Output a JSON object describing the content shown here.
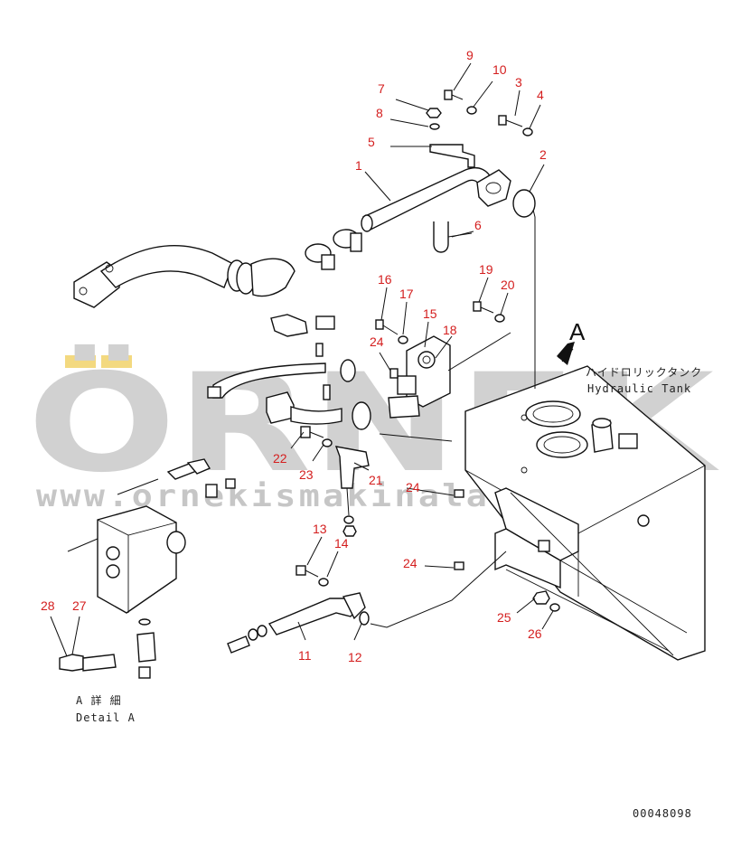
{
  "parts": [
    {
      "n": "1"
    },
    {
      "n": "2"
    },
    {
      "n": "3"
    },
    {
      "n": "4"
    },
    {
      "n": "5"
    },
    {
      "n": "6"
    },
    {
      "n": "7"
    },
    {
      "n": "8"
    },
    {
      "n": "9"
    },
    {
      "n": "10"
    },
    {
      "n": "11"
    },
    {
      "n": "12"
    },
    {
      "n": "13"
    },
    {
      "n": "14"
    },
    {
      "n": "15"
    },
    {
      "n": "16"
    },
    {
      "n": "17"
    },
    {
      "n": "18"
    },
    {
      "n": "19"
    },
    {
      "n": "20"
    },
    {
      "n": "21"
    },
    {
      "n": "22"
    },
    {
      "n": "23"
    },
    {
      "n": "24"
    },
    {
      "n": "24"
    },
    {
      "n": "24"
    },
    {
      "n": "25"
    },
    {
      "n": "26"
    },
    {
      "n": "27"
    },
    {
      "n": "28"
    }
  ],
  "labels": {
    "view_marker": "A",
    "tank_jp": "ハイドロリックタンク",
    "tank_en": "Hydraulic Tank",
    "detail_jp": "A 詳 細",
    "detail_en": "Detail A",
    "drawing_no": "00048098"
  },
  "watermark": {
    "brand": "ÖRNEK",
    "url": "www.ornekismakinalari.com.tr"
  },
  "colors": {
    "part_number": "#d41e1e",
    "line": "#111111",
    "watermark": "#c9c9c9",
    "watermark_accent": "#f2d36b"
  }
}
